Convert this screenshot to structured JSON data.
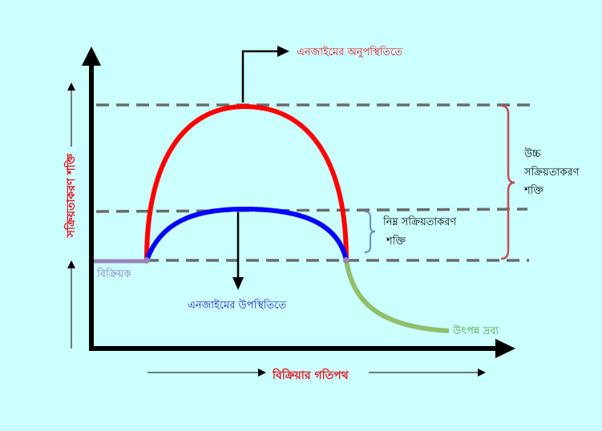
{
  "labels": {
    "without_enzyme": "এনজাইমের অনুপস্থিতিতে",
    "with_enzyme": "এনজাইমের উপস্থিতিতে",
    "high_activation": [
      "উচ্চ",
      "সক্রিয়তাকরণ",
      "শক্তি"
    ],
    "low_activation": [
      "নিম্ন সক্রিয়তাকরণ",
      "শক্তি"
    ],
    "reactant": "বিক্রিয়ক",
    "product": "উৎপন্ন দ্রব্য",
    "x_axis": "বিক্রিয়ার গতিপথ",
    "y_axis": "সক্রিয়তাকরণ শক্তি"
  },
  "colors": {
    "background": "#ccffff",
    "no_enzyme_curve": "#ff0000",
    "enzyme_curve": "#0000ff",
    "reactant_line": "#9b82b8",
    "product_curve": "#8fbf6a",
    "guide_dash": "#6b6b6b",
    "high_brace": "#c05050",
    "low_brace": "#6a8cc0",
    "axis": "#000000",
    "label_red": "#e0141e",
    "label_blue": "#2020c0",
    "label_green": "#4aa040",
    "label_purple": "#8a70b0",
    "label_black": "#000000"
  }
}
